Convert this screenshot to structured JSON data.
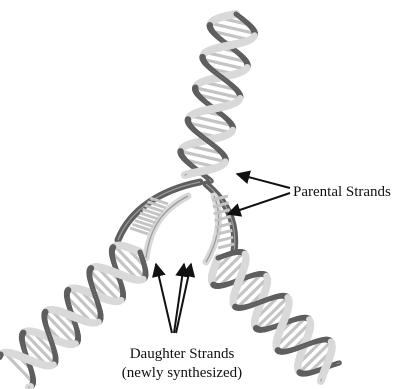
{
  "labels": {
    "parental": "Parental Strands",
    "daughter_line1": "Daughter Strands",
    "daughter_line2": "(newly synthesized)"
  },
  "colors": {
    "backbone_light": "#d9d9d9",
    "backbone_mid": "#9a9a9a",
    "backbone_dark": "#5e5e5e",
    "rung": "#c4c4c4",
    "arrow": "#111111"
  }
}
